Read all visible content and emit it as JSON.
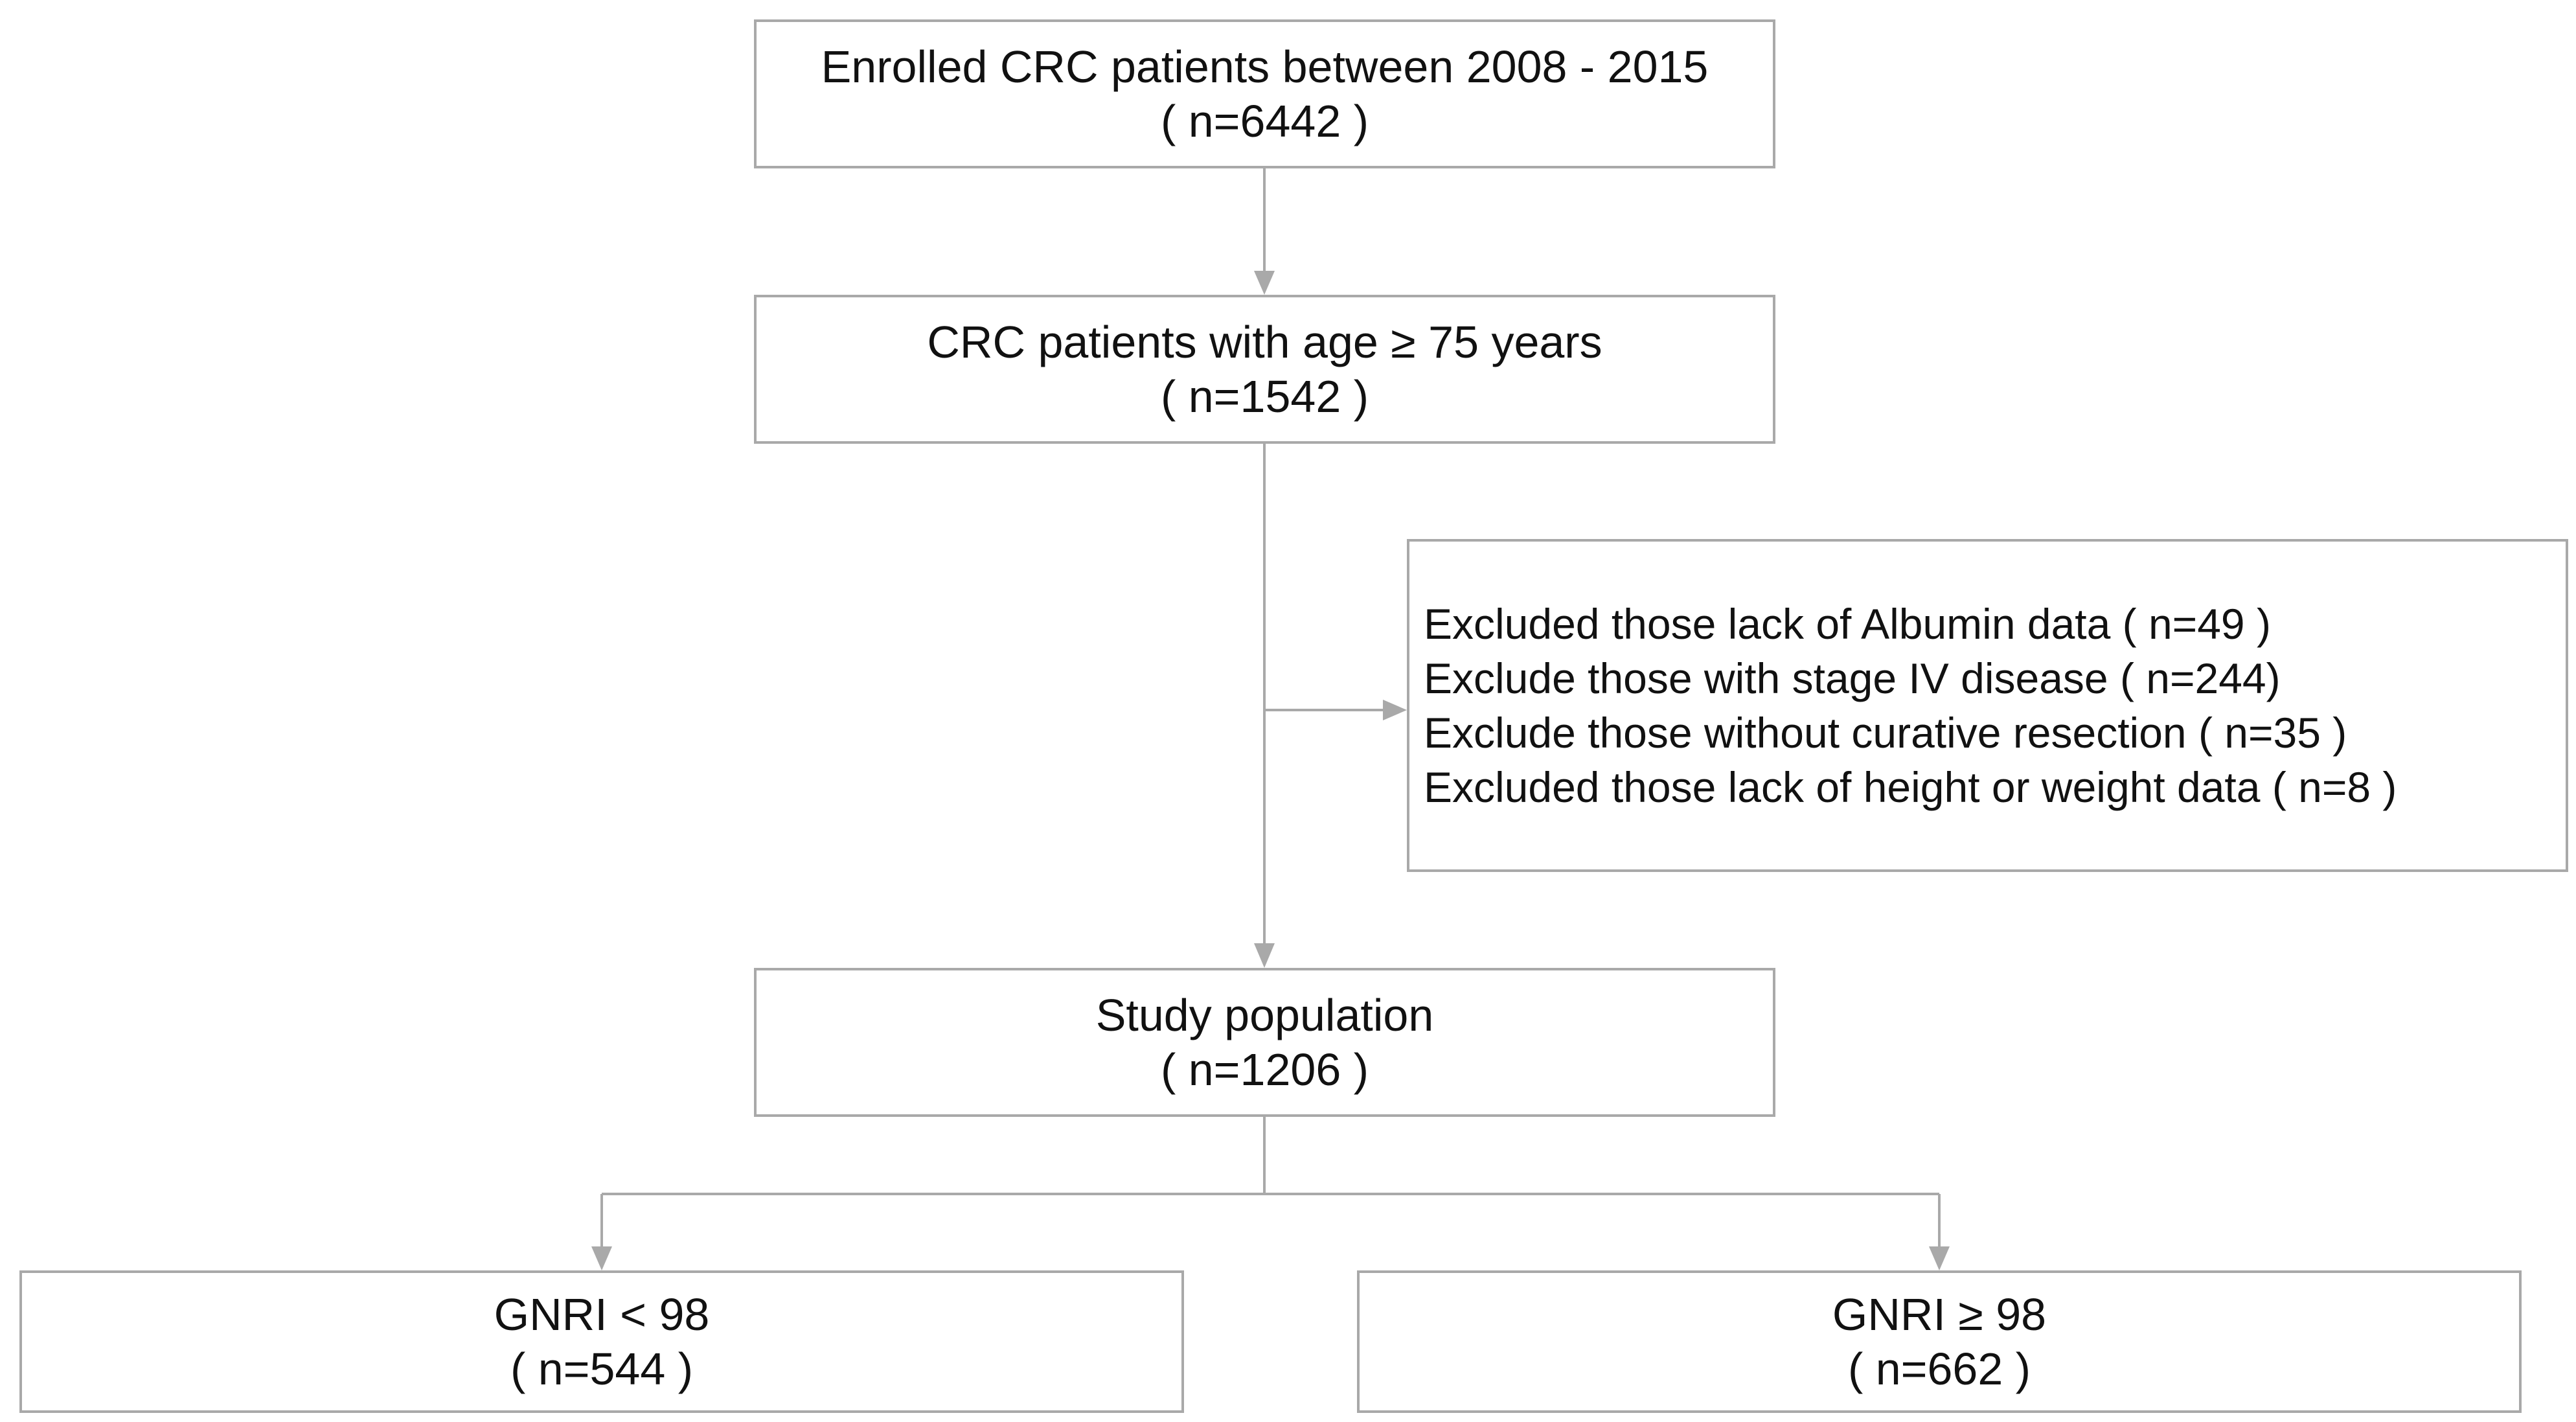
{
  "diagram": {
    "line_color": "#a9a9a9",
    "enrolled": {
      "title": "Enrolled CRC patients between 2008 - 2015",
      "count": "( n=6442 )"
    },
    "age_filter": {
      "title": "CRC patients with age ≥ 75 years",
      "count": "( n=1542 )"
    },
    "exclusions": [
      "Excluded those lack of Albumin data ( n=49 )",
      "Exclude those with stage IV disease ( n=244)",
      "Exclude those without curative resection ( n=35 )",
      "Excluded those lack of height or weight data ( n=8 )"
    ],
    "study_population": {
      "title": "Study population",
      "count": "( n=1206 )"
    },
    "gnri_low": {
      "title": "GNRI < 98",
      "count": "( n=544 )"
    },
    "gnri_high": {
      "title": "GNRI ≥ 98",
      "count": "( n=662 )"
    }
  }
}
